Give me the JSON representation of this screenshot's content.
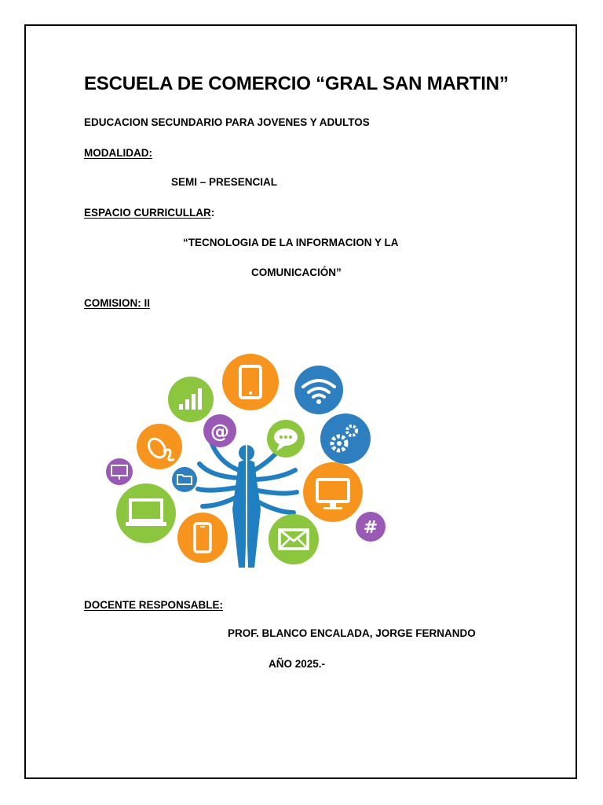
{
  "header": {
    "school": "ESCUELA DE COMERCIO “GRAL SAN MARTIN”",
    "subtitle": "EDUCACION SECUNDARIO PARA JOVENES Y ADULTOS"
  },
  "modalidad": {
    "label": "MODALIDAD:",
    "value": "SEMI – PRESENCIAL"
  },
  "espacio": {
    "label": "ESPACIO CURRICULLAR",
    "label_suffix": ":",
    "value_line1": "“TECNOLOGIA DE LA INFORMACION Y LA",
    "value_line2": "COMUNICACIÓN”"
  },
  "comision": {
    "label": "COMISION:  II"
  },
  "docente": {
    "label": "DOCENTE RESPONSABLE:",
    "name": "PROF. BLANCO ENCALADA, JORGE FERNANDO"
  },
  "year": "AÑO 2025.-",
  "illustration": {
    "icons": [
      "signal-bars-icon",
      "tablet-icon",
      "wifi-icon",
      "mouse-icon",
      "at-sign-icon",
      "chat-bubble-icon",
      "gears-icon",
      "presentation-icon",
      "folder-icon",
      "laptop-icon",
      "smartphone-icon",
      "monitor-icon",
      "hashtag-icon",
      "envelope-icon"
    ],
    "hashtag_glyph": "#",
    "at_glyph": "@",
    "colors": {
      "green": "#8cc63f",
      "orange": "#f7941d",
      "blue": "#2e7fbf",
      "purple": "#9b59b6",
      "figure": "#1f7fc0"
    }
  }
}
